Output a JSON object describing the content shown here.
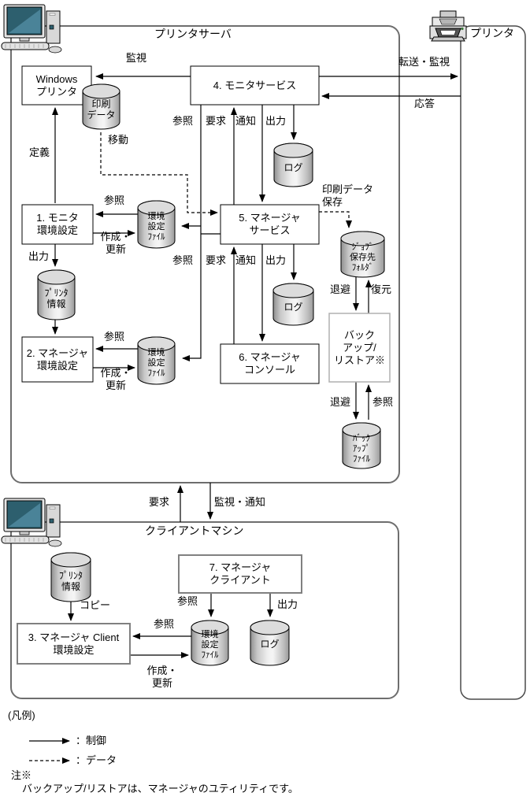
{
  "colors": {
    "container_border": "#6e6e6e",
    "box_border": "#000000",
    "backup_box_border": "#b0b0b0",
    "screen_teal": "#2d5f6e",
    "cylinder_light": "#f2f2f2",
    "cylinder_dark": "#8f8f8f"
  },
  "containers": {
    "printer_server": "プリンタサーバ",
    "printer": "プリンタ",
    "client_machine": "クライアントマシン"
  },
  "boxes": {
    "windows_printer": "Windows\nプリンタ",
    "monitor_service": "4. モニタサービス",
    "monitor_config": "1. モニタ\n環境設定",
    "manager_service": "5. マネージャ\nサービス",
    "manager_config": "2. マネージャ\n環境設定",
    "manager_console": "6. マネージャ\nコンソール",
    "backup_restore": "バック\nアップ/\nリストア※",
    "manager_client": "7. マネージャ\nクライアント",
    "manager_client_config": "3. マネージャ Client\n環境設定"
  },
  "cylinders": {
    "print_data": "印刷\nデータ",
    "log_monitor": "ログ",
    "config_file_monitor": "環境\n設定\nﾌｧｲﾙ",
    "printer_info_server": "ﾌﾟﾘﾝﾀ\n情報",
    "log_manager": "ログ",
    "config_file_manager": "環境\n設定\nﾌｧｲﾙ",
    "job_save_folder": "ｼﾞｮﾌﾞ\n保存先\nﾌｫﾙﾀﾞ",
    "backup_file": "ﾊﾞｯｸ\nｱｯﾌﾟ\nﾌｧｲﾙ",
    "printer_info_client": "ﾌﾟﾘﾝﾀ\n情報",
    "config_file_client": "環境\n設定\nﾌｧｲﾙ",
    "log_client": "ログ"
  },
  "edge_labels": {
    "kanshi": "監視",
    "tensou_kanshi": "転送・監視",
    "outou": "応答",
    "teigi": "定義",
    "idou": "移動",
    "sanshou_monitor": "参照",
    "youkyuu_monitor": "要求",
    "tsuuchi_monitor": "通知",
    "shutsuryoku_monitor": "出力",
    "insatsu_data_hozon": "印刷データ\n保存",
    "sanshou_config1": "参照",
    "sakusei_koushin1": "作成・\n更新",
    "shutsuryoku_config": "出力",
    "sanshou_config2": "参照",
    "sakusei_koushin2": "作成・\n更新",
    "sanshou_manager": "参照",
    "youkyuu_manager": "要求",
    "tsuuchi_manager": "通知",
    "shutsuryoku_manager": "出力",
    "taihi1": "退避",
    "fukugen": "復元",
    "taihi2": "退避",
    "sanshou_backup": "参照",
    "youkyuu_client": "要求",
    "kanshi_tsuuchi": "監視・通知",
    "copy": "コピー",
    "sanshou_client": "参照",
    "shutsuryoku_client": "出力",
    "sanshou_client_config": "参照",
    "sakusei_koushin3": "作成・\n更新"
  },
  "legend": {
    "title": "(凡例)",
    "control": "：制御",
    "data": "：データ"
  },
  "note": {
    "mark": "注※",
    "text": "バックアップ/リストアは、マネージャのユティリティです。"
  }
}
